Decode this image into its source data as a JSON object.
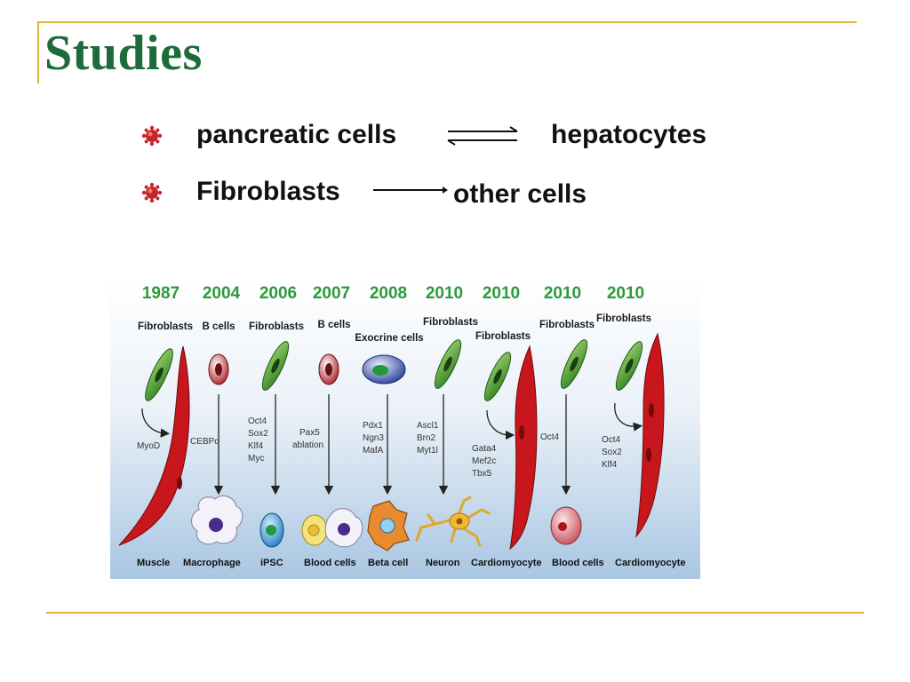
{
  "slide": {
    "title": "Studies",
    "bullets": [
      {
        "left": "pancreatic cells",
        "right": "hepatocytes",
        "arrow": "reversible"
      },
      {
        "left": "Fibroblasts",
        "right": "other cells",
        "arrow": "forward"
      }
    ]
  },
  "figure": {
    "columns": [
      {
        "year": "1987",
        "source": "Fibroblasts",
        "factors": [
          "MyoD"
        ],
        "result": "Muscle"
      },
      {
        "year": "2004",
        "source": "B cells",
        "factors": [
          "CEBPα"
        ],
        "result": "Macrophage"
      },
      {
        "year": "2006",
        "source": "Fibroblasts",
        "factors": [
          "Oct4",
          "Sox2",
          "Klf4",
          "Myc"
        ],
        "result": "iPSC"
      },
      {
        "year": "2007",
        "source": "B cells",
        "factors": [
          "Pax5",
          "ablation"
        ],
        "result": "Blood cells"
      },
      {
        "year": "2008",
        "source": "Exocrine cells",
        "factors": [
          "Pdx1",
          "Ngn3",
          "MafA"
        ],
        "result": "Beta cell"
      },
      {
        "year": "2010",
        "source": "Fibroblasts",
        "factors": [
          "Ascl1",
          "Brn2",
          "Myt1l"
        ],
        "result": "Neuron"
      },
      {
        "year": "2010",
        "source": "Fibroblasts",
        "factors": [
          "Gata4",
          "Mef2c",
          "Tbx5"
        ],
        "result": "Cardiomyocyte"
      },
      {
        "year": "2010",
        "source": "Fibroblasts",
        "factors": [
          "Oct4"
        ],
        "result": "Blood cells"
      },
      {
        "year": "2010",
        "source": "Fibroblasts",
        "factors": [
          "Oct4",
          "Sox2",
          "Klf4"
        ],
        "result": "Cardiomyocyte"
      }
    ],
    "colors": {
      "year": "#2e9a3c",
      "fibroblast": "#3f9a2a",
      "muscle": "#c8161d",
      "bcell": "#a8222a",
      "background_top": "#ffffff",
      "background_bottom": "#a9c6e2"
    }
  }
}
